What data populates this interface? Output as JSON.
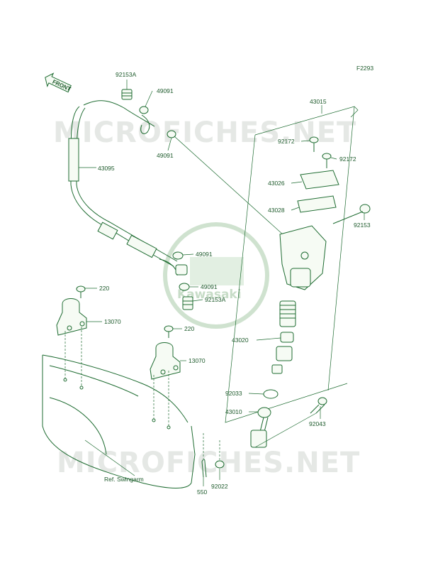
{
  "figure_code": "F2293",
  "watermark": {
    "text": "MICROFICHES.NET",
    "logo_text": "Kawasaki"
  },
  "front_indicator": "FRONT",
  "reference": "Ref. Swingarm",
  "callouts": [
    "92153A",
    "49091",
    "49091",
    "43095",
    "43015",
    "92172",
    "92172",
    "43026",
    "43028",
    "92153",
    "49091",
    "49091",
    "92153A",
    "220",
    "13070",
    "220",
    "13070",
    "43020",
    "92033",
    "43010",
    "92043",
    "550",
    "92022"
  ],
  "colors": {
    "line": "#1d6b30",
    "text": "#1d5a2b",
    "watermark": "#cfd6cf"
  }
}
